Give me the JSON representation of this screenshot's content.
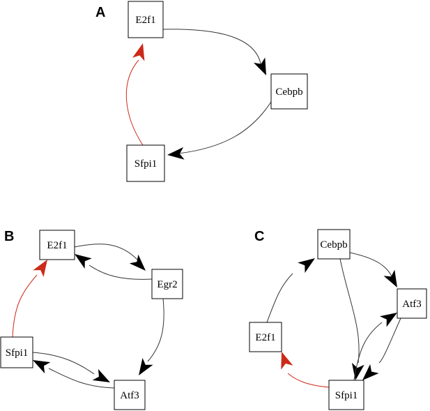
{
  "colors": {
    "normal_edge": "#333333",
    "normal_arrow": "#000000",
    "highlight_edge": "#cc2a1a",
    "highlight_arrow": "#cc2a1a"
  },
  "panels": [
    {
      "label": "A",
      "nodes": [
        "E2f1",
        "Cebpb",
        "Sfpi1"
      ]
    },
    {
      "label": "B",
      "nodes": [
        "E2f1",
        "Egr2",
        "Sfpi1",
        "Atf3"
      ]
    },
    {
      "label": "C",
      "nodes": [
        "Cebpb",
        "Atf3",
        "E2f1",
        "Sfpi1"
      ]
    }
  ],
  "edges": [
    {
      "panel": "A",
      "from": "E2f1",
      "to": "Cebpb",
      "highlight": false
    },
    {
      "panel": "A",
      "from": "Cebpb",
      "to": "Sfpi1",
      "highlight": false
    },
    {
      "panel": "A",
      "from": "Sfpi1",
      "to": "E2f1",
      "highlight": true
    },
    {
      "panel": "B",
      "from": "E2f1",
      "to": "Egr2",
      "highlight": false
    },
    {
      "panel": "B",
      "from": "Egr2",
      "to": "E2f1",
      "highlight": false
    },
    {
      "panel": "B",
      "from": "Egr2",
      "to": "Atf3",
      "highlight": false
    },
    {
      "panel": "B",
      "from": "Atf3",
      "to": "Sfpi1",
      "highlight": false
    },
    {
      "panel": "B",
      "from": "Sfpi1",
      "to": "Atf3",
      "highlight": false
    },
    {
      "panel": "B",
      "from": "Sfpi1",
      "to": "E2f1",
      "highlight": true
    },
    {
      "panel": "C",
      "from": "E2f1",
      "to": "Cebpb",
      "highlight": false
    },
    {
      "panel": "C",
      "from": "Cebpb",
      "to": "Atf3",
      "highlight": false
    },
    {
      "panel": "C",
      "from": "Cebpb",
      "to": "Sfpi1",
      "highlight": false
    },
    {
      "panel": "C",
      "from": "Atf3",
      "to": "Sfpi1",
      "highlight": false
    },
    {
      "panel": "C",
      "from": "Sfpi1",
      "to": "Atf3",
      "highlight": false
    },
    {
      "panel": "C",
      "from": "Sfpi1",
      "to": "E2f1",
      "highlight": true
    }
  ]
}
